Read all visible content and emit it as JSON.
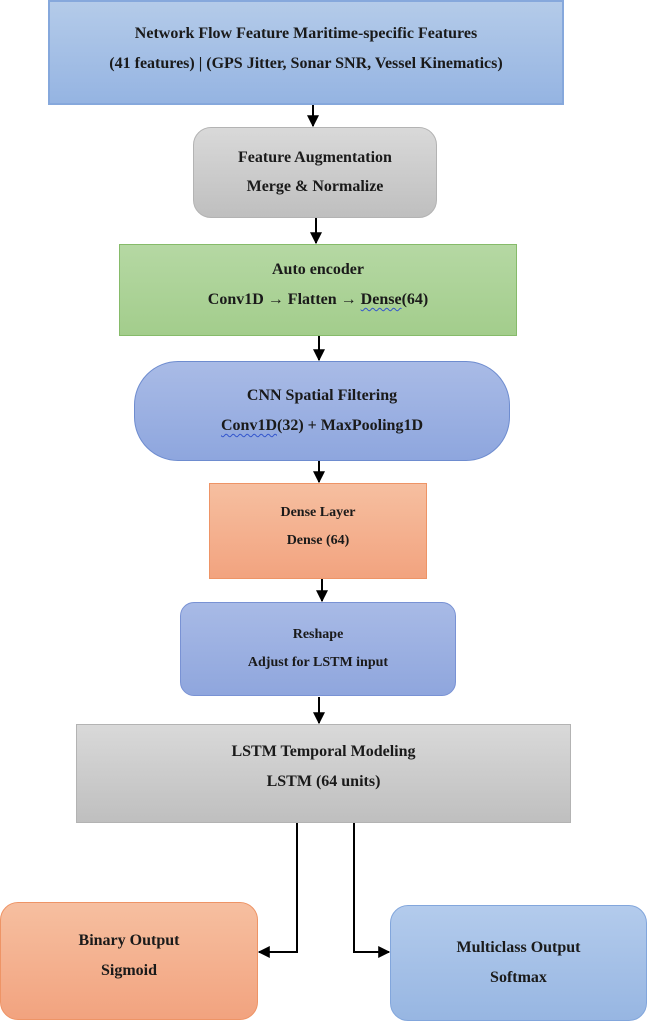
{
  "diagram": {
    "title": "Hybrid Autoencoder-CNN-LSTM maritime intrusion detection architecture",
    "nodes": [
      {
        "id": "input",
        "line1": "Network Flow Feature Maritime-specific Features",
        "line2": "(41 features) | (GPS Jitter, Sonar SNR, Vessel Kinematics)",
        "color": "#a9c4e8"
      },
      {
        "id": "augmentation",
        "line1": "Feature Augmentation",
        "line2": "Merge & Normalize",
        "color": "#cccccc"
      },
      {
        "id": "autoencoder",
        "line1": "Auto encoder",
        "line2a": "Conv1D → Flatten → ",
        "line2b": "Dense",
        "line2c": "(64)",
        "color": "#acd396"
      },
      {
        "id": "cnn",
        "line1": "CNN Spatial Filtering",
        "line2a": "Conv1D",
        "line2b": "(32) + MaxPooling1D",
        "color": "#9cb0e2"
      },
      {
        "id": "dense",
        "line1": "Dense Layer",
        "line2": "Dense (64)",
        "color": "#f4b08e"
      },
      {
        "id": "reshape",
        "line1": "Reshape",
        "line2": "Adjust for LSTM input",
        "color": "#9cb0e2"
      },
      {
        "id": "lstm",
        "line1": "LSTM Temporal Modeling",
        "line2": "LSTM (64 units)",
        "color": "#cccccc"
      },
      {
        "id": "binary_output",
        "line1": "Binary Output",
        "line2": "Sigmoid",
        "color": "#f4b08e"
      },
      {
        "id": "multiclass_output",
        "line1": "Multiclass Output",
        "line2": "Softmax",
        "color": "#a5c1e8"
      }
    ],
    "edges": [
      {
        "from": "input",
        "to": "augmentation"
      },
      {
        "from": "augmentation",
        "to": "autoencoder"
      },
      {
        "from": "autoencoder",
        "to": "cnn"
      },
      {
        "from": "cnn",
        "to": "dense"
      },
      {
        "from": "dense",
        "to": "reshape"
      },
      {
        "from": "reshape",
        "to": "lstm"
      },
      {
        "from": "lstm",
        "to": "binary_output"
      },
      {
        "from": "lstm",
        "to": "multiclass_output"
      }
    ]
  }
}
